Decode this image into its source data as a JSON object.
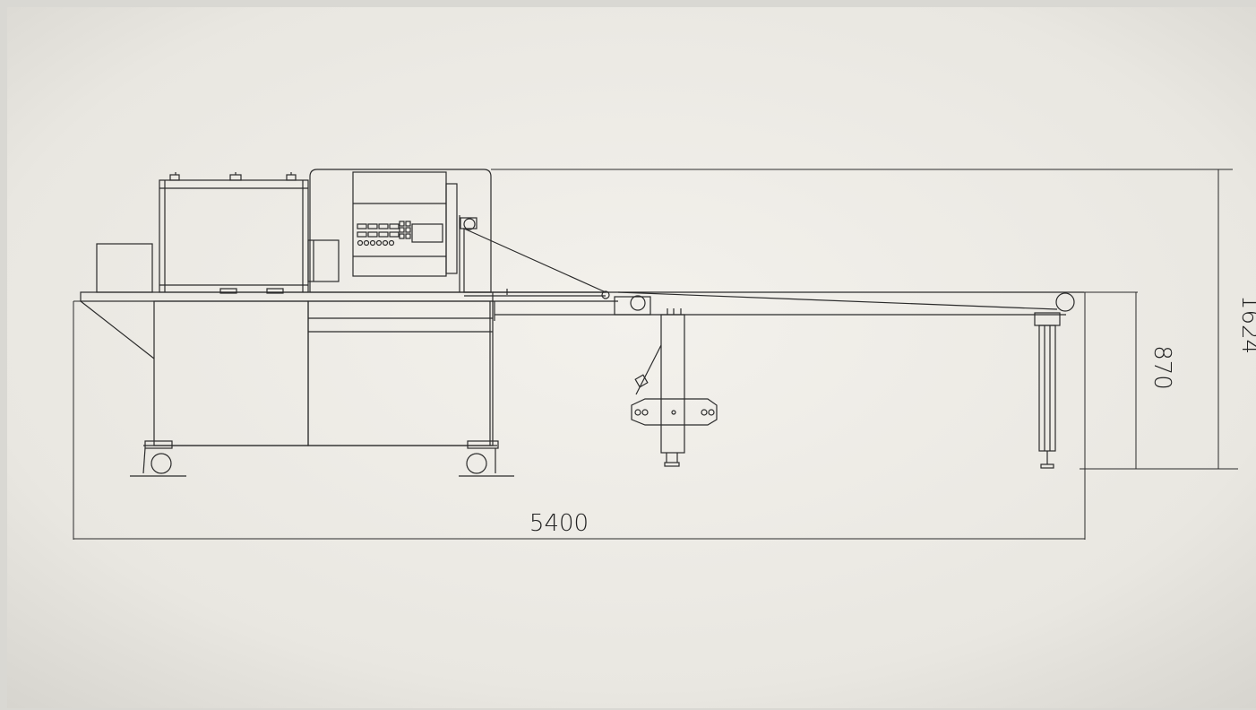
{
  "drawing": {
    "overall_length": "5400",
    "overall_height": "1624",
    "table_height": "870"
  },
  "colors": {
    "paper": "#efede7",
    "line": "#2b2b2b",
    "background": "#d9d8d3"
  }
}
